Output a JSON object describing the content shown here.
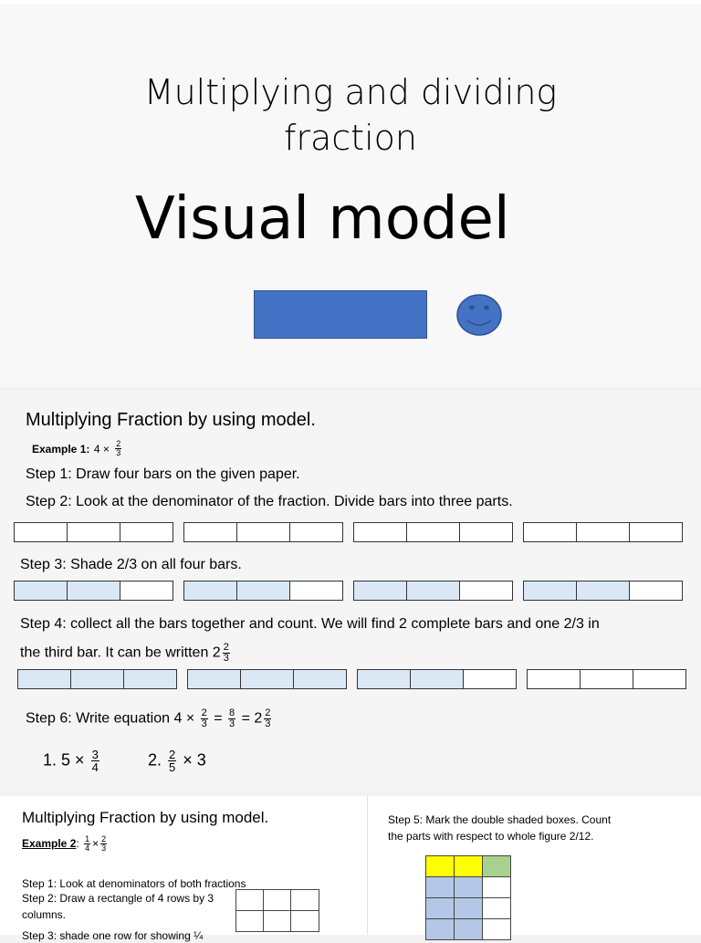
{
  "slide1": {
    "title_line1": "Multiplying and dividing",
    "title_line2": "fraction",
    "subtitle": "Visual model"
  },
  "slide2": {
    "heading": "Multiplying Fraction by using model.",
    "example_label": "Example 1:",
    "example_expr": {
      "whole": "4 ×",
      "num": "2",
      "den": "3"
    },
    "step1": "Step 1: Draw four bars on the given paper.",
    "step2": "Step 2: Look at the denominator of the fraction. Divide bars into three parts.",
    "step3": "Step 3: Shade 2/3 on all four bars.",
    "step4_line1": "Step 4: collect all the bars together and count. We will find 2 complete bars and one 2/3 in",
    "step4_line2": "the third bar. It can be written 2",
    "step4_frac": {
      "num": "2",
      "den": "3"
    },
    "step6_text": "Step 6: Write equation 4 ×",
    "step6_parts": {
      "f1n": "2",
      "f1d": "3",
      "eq1": "=",
      "f2n": "8",
      "f2d": "3",
      "eq2": "= 2",
      "f3n": "2",
      "f3d": "3"
    },
    "q1": {
      "label": "1. 5 ×",
      "num": "3",
      "den": "4"
    },
    "q2": {
      "label": "2.",
      "num": "2",
      "den": "5",
      "tail": "× 3"
    },
    "bars_step2": [
      [
        0,
        0,
        0
      ],
      [
        0,
        0,
        0
      ],
      [
        0,
        0,
        0
      ],
      [
        0,
        0,
        0
      ]
    ],
    "bars_step3": [
      [
        1,
        1,
        0
      ],
      [
        1,
        1,
        0
      ],
      [
        1,
        1,
        0
      ],
      [
        1,
        1,
        0
      ]
    ],
    "bars_step4": [
      [
        1,
        1,
        1
      ],
      [
        1,
        1,
        1
      ],
      [
        1,
        1,
        0
      ],
      [
        0,
        0,
        0
      ]
    ]
  },
  "slide3": {
    "heading": "Multiplying Fraction by using model.",
    "example_label": "Example 2",
    "example_frac1": {
      "num": "1",
      "den": "4"
    },
    "example_frac2": {
      "num": "2",
      "den": "3"
    },
    "step1": "Step 1: Look at denominators of both fractions",
    "step2_line1": "Step 2: Draw a rectangle of 4 rows by 3",
    "step2_line2": "columns.",
    "step3_partial": "Step 3: shade one row for showing ¼",
    "step5_line1": "Step 5: Mark the double shaded boxes. Count",
    "step5_line2": "the parts with respect to whole figure 2/12.",
    "colors": {
      "yellow": "#ffff00",
      "green": "#a9d18e",
      "blue": "#b4c7e7",
      "white": "#ffffff"
    },
    "right_grid": [
      [
        "yellow",
        "yellow",
        "green"
      ],
      [
        "blue",
        "blue",
        "white"
      ],
      [
        "blue",
        "blue",
        "white"
      ],
      [
        "blue",
        "blue",
        "white"
      ]
    ]
  }
}
